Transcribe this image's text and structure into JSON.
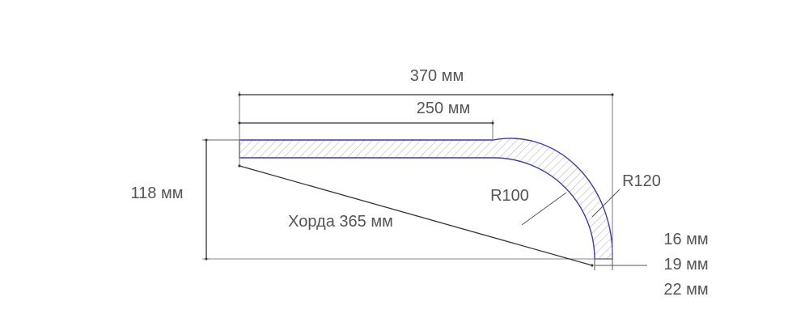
{
  "dimensions": {
    "overall_length": "370 мм",
    "straight_length": "250 мм",
    "height": "118 мм",
    "chord": "Хорда 365 мм",
    "inner_radius": "R100",
    "outer_radius": "R120",
    "thickness_options": [
      "16 мм",
      "19 мм",
      "22 мм"
    ]
  },
  "colors": {
    "profile_outline": "#3b3bb0",
    "hatch": "#b8b8b8",
    "dimension_line": "#444444",
    "text": "#555555"
  }
}
